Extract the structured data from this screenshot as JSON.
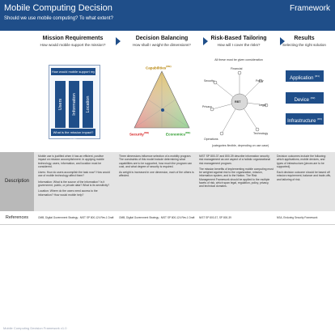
{
  "header": {
    "title": "Mobile Computing Decision",
    "subtitle": "Should we use mobile computing? To what extent?",
    "framework": "Framework"
  },
  "columns": [
    {
      "title": "Mission Requirements",
      "subtitle": "How would mobile support the mission?"
    },
    {
      "title": "Decision Balancing",
      "subtitle": "How shall I weight the dimensions?"
    },
    {
      "title": "Risk-Based Tailoring",
      "subtitle": "How will I cover the risks?"
    },
    {
      "title": "Results",
      "subtitle": "Selecting the right solution"
    }
  ],
  "mission": {
    "top_bar": "How would mobile support my mission? (MR)",
    "bottom_bar": "What is the mission impact? (MR)",
    "users": "Users",
    "information": "Information",
    "location": "Location"
  },
  "balancing": {
    "capabilities": "Capabilities",
    "security": "Security",
    "economics": "Economics",
    "marker": "DB"
  },
  "risk": {
    "caption_top": "All these must be given consideration",
    "caption_bottom": "(categories flexible, depending on use case)",
    "center": "RBT",
    "categories": [
      "Financial",
      "Policy",
      "Legal",
      "Technology",
      "Operations",
      "Privacy",
      "Security"
    ]
  },
  "results": {
    "boxes": [
      {
        "label": "Application",
        "sup": "(R1)"
      },
      {
        "label": "Device",
        "sup": "(R2)"
      },
      {
        "label": "Infrastructure",
        "sup": "(R3)"
      }
    ]
  },
  "description": {
    "label": "Description",
    "mission_paragraphs": [
      "Mobile use is justified when it has an efficient, positive impact on mission accomplishment. In applying mobile technology, users, information, and location must be considered.",
      "Users: How do users accomplish the task now? How would use of mobile technology affect them?",
      "Information: What is the source of the information? Is it government, public, or private data? What is its sensitivity?",
      "Location: Where do the users need access to the information? How would mobile help?"
    ],
    "balancing_paragraphs": [
      "Three dimensions influence selection of a mobility program. The constraints of this model include determining what capabilities are to be supported, how much the program can cost, and what degree of security is required.",
      "As weight is increased in one dimension, each of the others is affected."
    ],
    "risk_paragraphs": [
      "NIST SP 800-37 and 800-39 describe information security risk management as one aspect of a holistic organizational risk management program.",
      "The mission benefits of implementing mobile computing must be weighed against risk to the organization, mission, information system, and to the Nation. The Risk Management Framework should be applied to the multiple facets of risk, which span legal, regulation, policy, privacy, and technical domains."
    ],
    "results_paragraphs": [
      "Decision outcomes include the following: which applications, mobile devices, and types of infrastructure (pieces are to be supported).",
      "Each decision outcome should be based off mission requirement, balance and trade-offs, and tailoring of risk."
    ]
  },
  "references": {
    "label": "References",
    "items": [
      "OMB, Digital Government Strategy ; NIST SP 800-124 Rev.1 Draft",
      "OMB, Digital Government Strategy ; NIST SP 800-124 Rev.1 Draft",
      "NIST SP 800-37, SP 800-39",
      "NSA, Enduring Security Framework"
    ]
  },
  "footer": "Mobile Computing Decision Framework v1.0",
  "colors": {
    "brand_blue": "#1f4e89",
    "band_gray": "#e4e4e4",
    "capabilities": "#b8860b",
    "security": "#d62020",
    "economics": "#2a9a2a"
  }
}
